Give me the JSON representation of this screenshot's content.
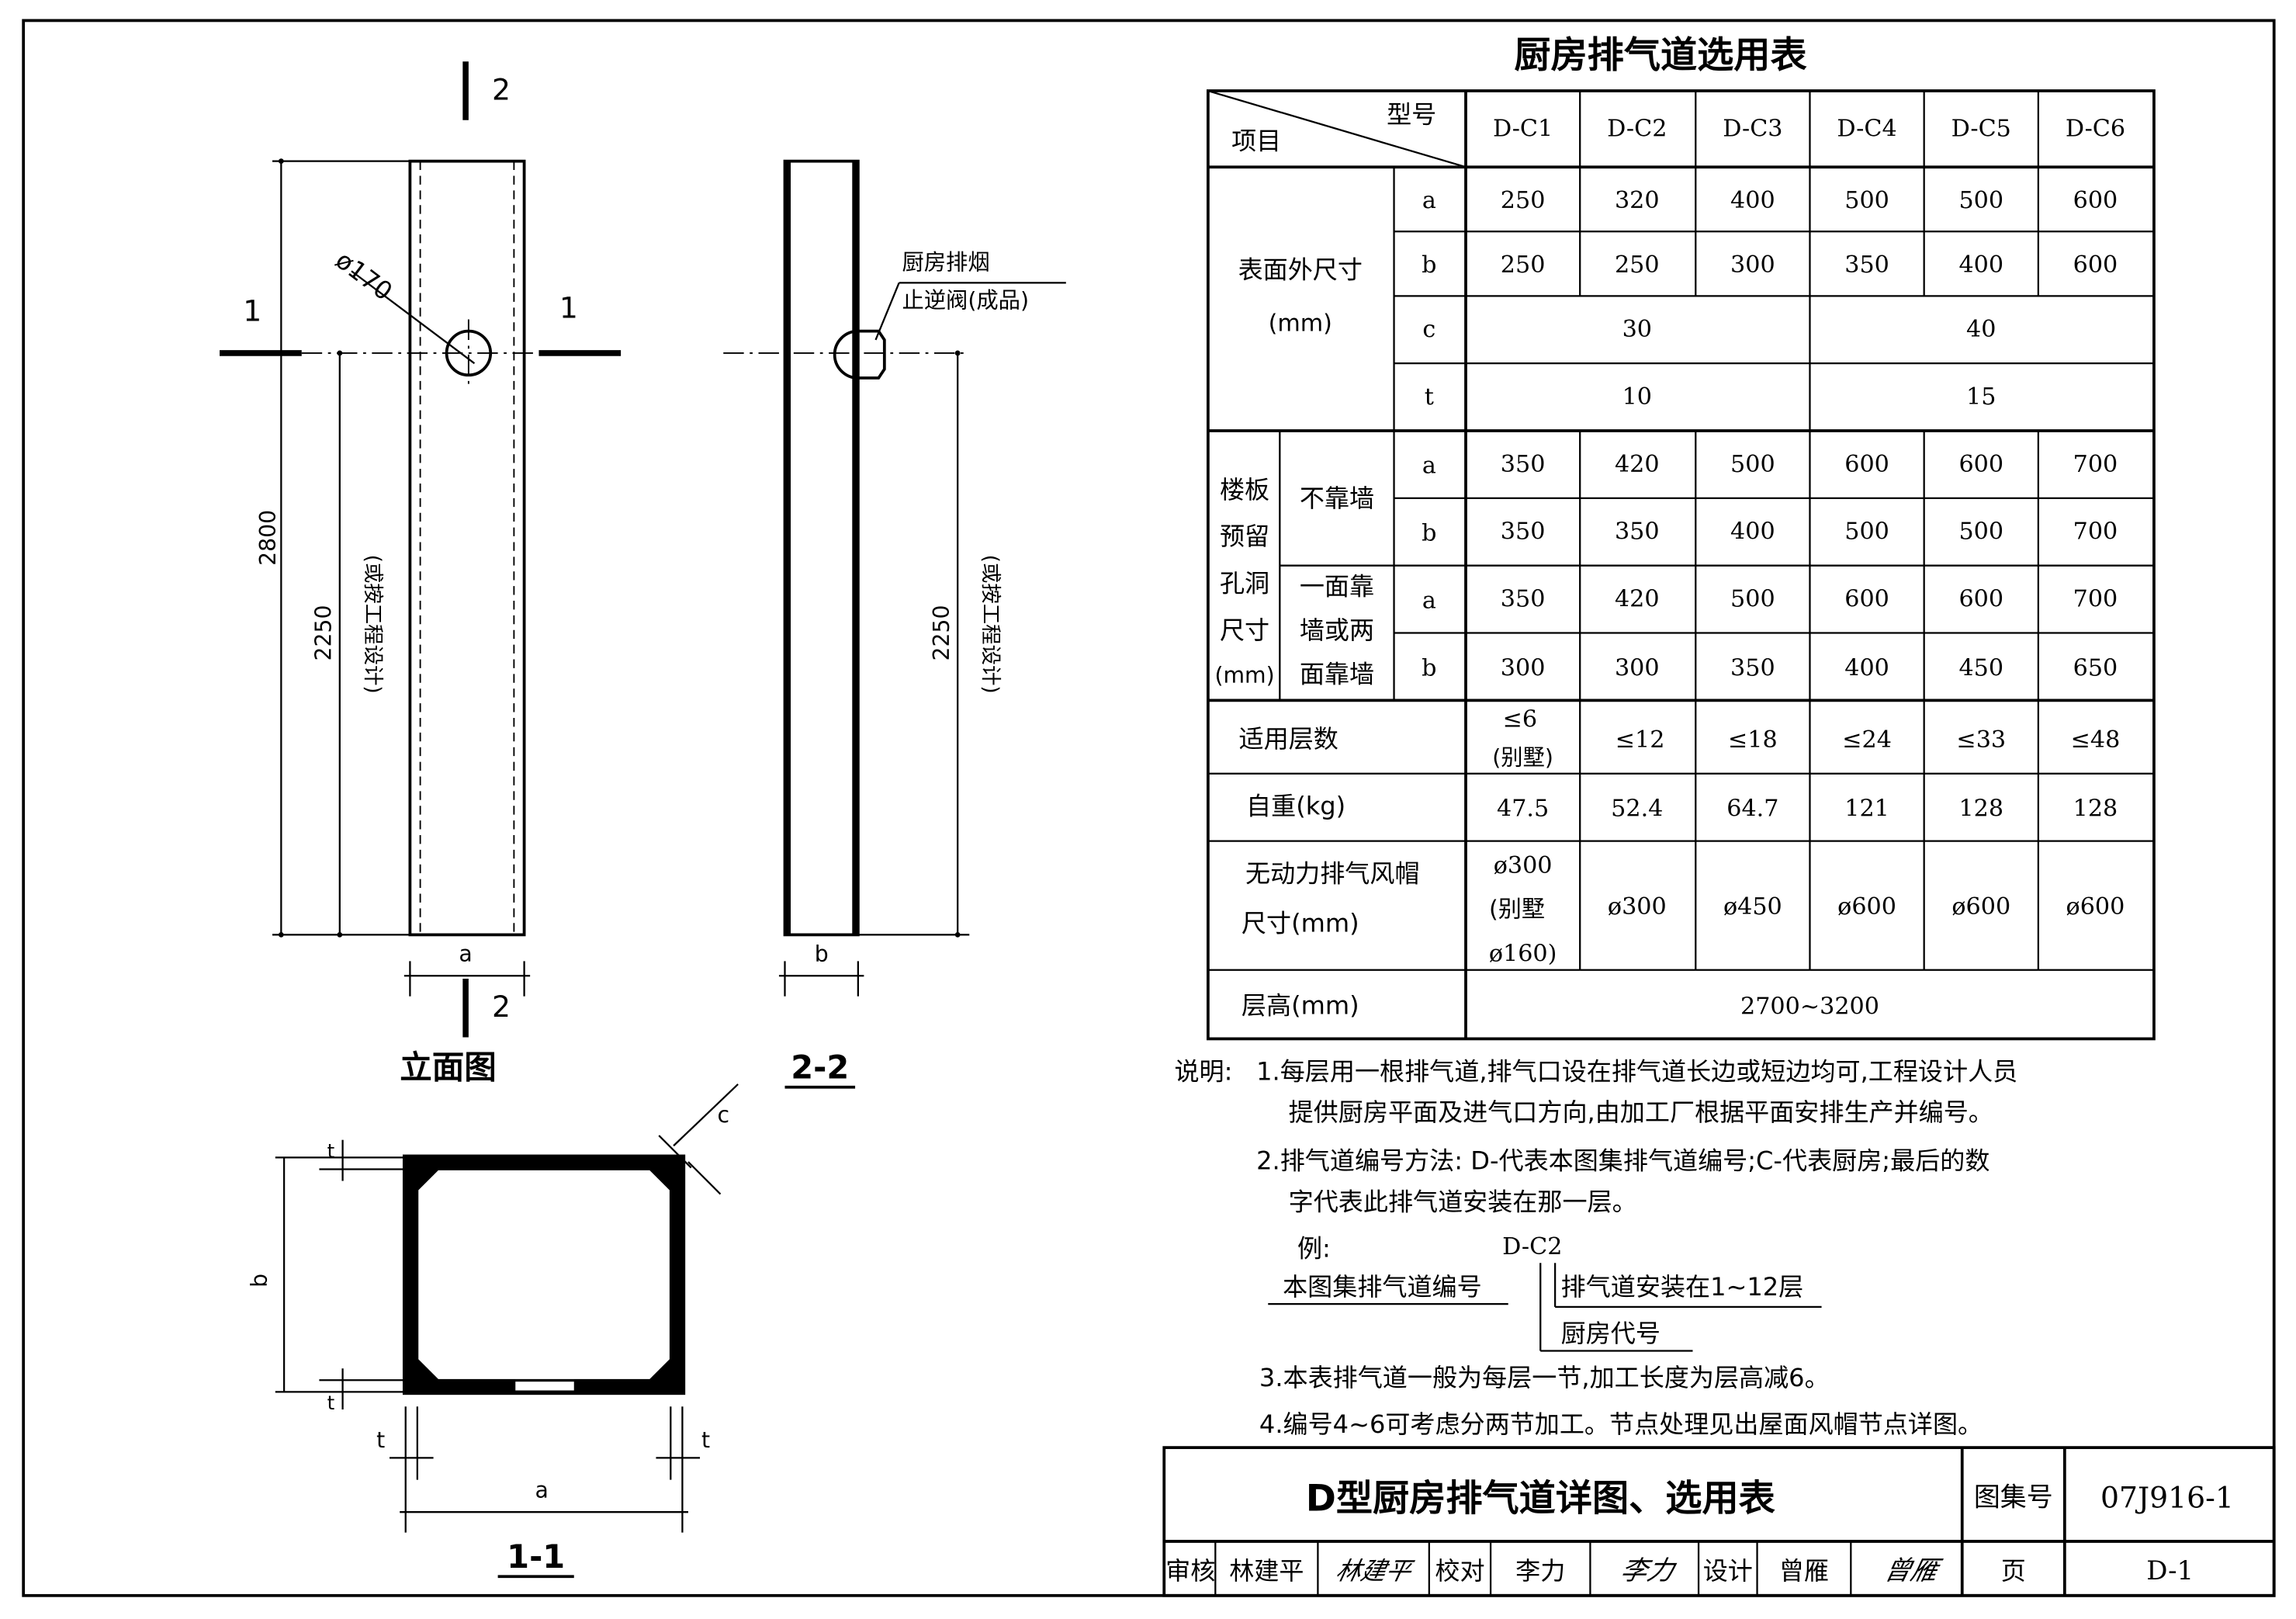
{
  "sheet": {
    "title": "D型厨房排气道详图、选用表",
    "atlas_label": "图集号",
    "atlas_number": "07J916-1",
    "page_label": "页",
    "page_number": "D-1",
    "review_label": "审核",
    "reviewer": "林建平",
    "check_label": "校对",
    "checker": "李力",
    "design_label": "设计",
    "designer": "曾雁",
    "signature_reviewer": "林建平",
    "signature_checker": "李力",
    "signature_designer": "曾雁"
  },
  "elevation": {
    "title": "立面图",
    "cut_1": "1",
    "cut_2": "2",
    "diameter": "ø170",
    "dim_total": "2800",
    "dim_inlet": "2250",
    "dim_inlet_note": "(或按工程设计)",
    "dim_width": "a"
  },
  "section_22": {
    "title": "2-2",
    "valve_line1": "厨房排烟",
    "valve_line2": "止逆阀(成品)",
    "dim_inlet": "2250",
    "dim_inlet_note": "(或按工程设计)",
    "dim_width": "b"
  },
  "section_11": {
    "title": "1-1",
    "dim_a": "a",
    "dim_b": "b",
    "dim_c": "c",
    "dim_t": "t"
  },
  "table": {
    "title": "厨房排气道选用表",
    "corner_type": "型号",
    "corner_item": "项目",
    "models": [
      "D-C1",
      "D-C2",
      "D-C3",
      "D-C4",
      "D-C5",
      "D-C6"
    ],
    "outer_size_label_1": "表面外尺寸",
    "outer_size_label_2": "(mm)",
    "sub_a": "a",
    "sub_b": "b",
    "sub_c": "c",
    "sub_t": "t",
    "outer_a": [
      "250",
      "320",
      "400",
      "500",
      "500",
      "600"
    ],
    "outer_b": [
      "250",
      "250",
      "300",
      "350",
      "400",
      "600"
    ],
    "outer_c": [
      "30",
      "40"
    ],
    "outer_t": [
      "10",
      "15"
    ],
    "hole_label": [
      "楼板",
      "预留",
      "孔洞",
      "尺寸",
      "(mm)"
    ],
    "hole_free_label": "不靠墙",
    "hole_wall_label": [
      "一面靠",
      "墙或两",
      "面靠墙"
    ],
    "hole_free_a": [
      "350",
      "420",
      "500",
      "600",
      "600",
      "700"
    ],
    "hole_free_b": [
      "350",
      "350",
      "400",
      "500",
      "500",
      "700"
    ],
    "hole_wall_a": [
      "350",
      "420",
      "500",
      "600",
      "600",
      "700"
    ],
    "hole_wall_b": [
      "300",
      "300",
      "350",
      "400",
      "450",
      "650"
    ],
    "floors_label": "适用层数",
    "floors_first_1": "≤6",
    "floors_first_2": "(别墅)",
    "floors": [
      "≤12",
      "≤18",
      "≤24",
      "≤33",
      "≤48"
    ],
    "weight_label": "自重(kg)",
    "weight": [
      "47.5",
      "52.4",
      "64.7",
      "121",
      "128",
      "128"
    ],
    "cap_label_1": "无动力排气风帽",
    "cap_label_2": "尺寸(mm)",
    "cap_first_1": "ø300",
    "cap_first_2": "(别墅",
    "cap_first_3": "ø160)",
    "cap": [
      "ø300",
      "ø450",
      "ø600",
      "ø600",
      "ø600"
    ],
    "height_label": "层高(mm)",
    "height_value": "2700~3200"
  },
  "notes": {
    "prefix": "说明:",
    "n1_line1": "1.每层用一根排气道,排气口设在排气道长边或短边均可,工程设计人员",
    "n1_line2": "提供厨房平面及进气口方向,由加工厂根据平面安排生产并编号。",
    "n2_line1": "2.排气道编号方法:   D-代表本图集排气道编号;C-代表厨房;最后的数",
    "n2_line2": "字代表此排气道安装在那一层。",
    "example_label": "例:",
    "example_code": "D-C2",
    "example_left": "本图集排气道编号",
    "example_right": "排气道安装在1~12层",
    "example_bottom": "厨房代号",
    "n3": "3.本表排气道一般为每层一节,加工长度为层高减6。",
    "n4": "4.编号4~6可考虑分两节加工。节点处理见出屋面风帽节点详图。"
  }
}
